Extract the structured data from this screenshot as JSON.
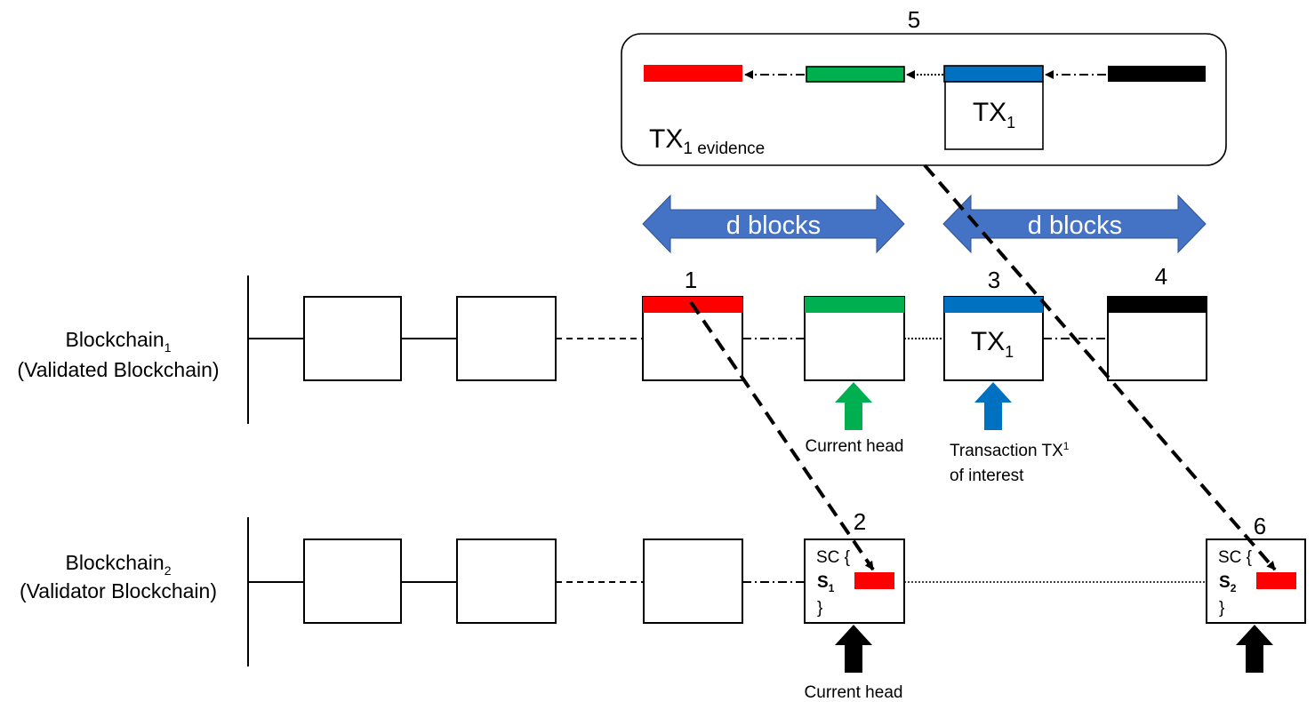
{
  "colors": {
    "red": "#ff0000",
    "green": "#00b050",
    "blue": "#0070c0",
    "black": "#000000",
    "arrow_band": "#4472c4"
  },
  "chains": {
    "chain1": {
      "label_main": "Blockchain",
      "label_sub": "1",
      "label_line2": "(Validated Blockchain)"
    },
    "chain2": {
      "label_main": "Blockchain",
      "label_sub": "2",
      "label_line2": "(Validator Blockchain)"
    }
  },
  "steps": {
    "s1": "1",
    "s2": "2",
    "s3": "3",
    "s4": "4",
    "s5": "5",
    "s6": "6"
  },
  "d_blocks": {
    "left": "d blocks",
    "right": "d blocks"
  },
  "tx": {
    "main": "TX",
    "sub": "1"
  },
  "evidence": {
    "main": "TX",
    "sub": "1 evidence"
  },
  "pointers": {
    "green_line1": "Current head",
    "blue_line1_main": "Transaction TX",
    "blue_line1_sub": "1",
    "blue_line2": "of interest",
    "black_line1": "Current head"
  },
  "sc": {
    "open": "SC {",
    "close": "}",
    "s1_main": "S",
    "s1_sub": "1",
    "s2_main": "S",
    "s2_sub": "2"
  }
}
